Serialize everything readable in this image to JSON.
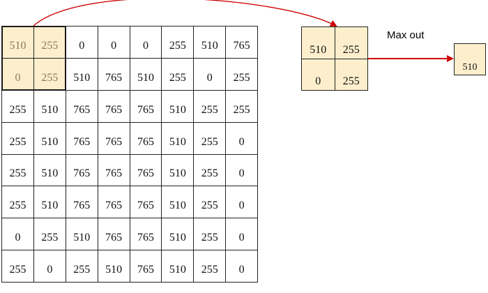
{
  "matrix": [
    [
      "510",
      "255",
      "0",
      "0",
      "0",
      "255",
      "510",
      "765"
    ],
    [
      "0",
      "255",
      "510",
      "765",
      "510",
      "255",
      "0",
      "255"
    ],
    [
      "255",
      "510",
      "765",
      "765",
      "765",
      "510",
      "255",
      "255"
    ],
    [
      "255",
      "510",
      "765",
      "765",
      "765",
      "510",
      "255",
      "0"
    ],
    [
      "255",
      "510",
      "765",
      "765",
      "765",
      "510",
      "255",
      "0"
    ],
    [
      "255",
      "510",
      "765",
      "765",
      "765",
      "510",
      "255",
      "0"
    ],
    [
      "0",
      "255",
      "510",
      "765",
      "765",
      "510",
      "255",
      "0"
    ],
    [
      "255",
      "0",
      "255",
      "510",
      "765",
      "510",
      "255",
      "0"
    ]
  ],
  "window": [
    "510",
    "255",
    "0",
    "255"
  ],
  "max_out_label": "Max out",
  "result": "510",
  "colors": {
    "highlight_fill": "#fdefcc",
    "arrow": "#cc0000",
    "grid_line": "#222222"
  }
}
